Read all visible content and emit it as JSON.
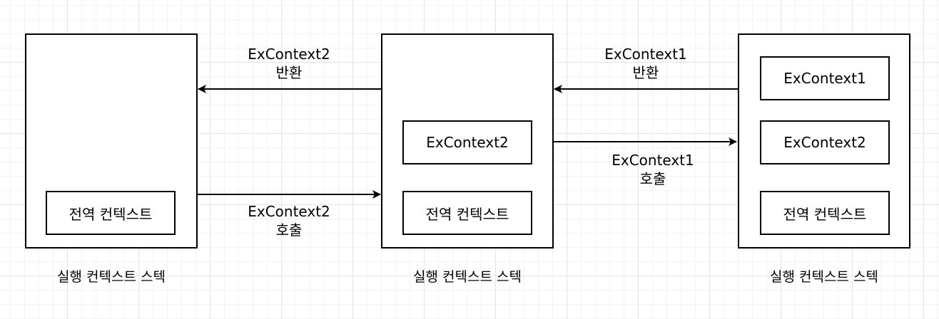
{
  "stacks": [
    {
      "caption": "실행 컨텍스트 스텍",
      "contexts": [
        "전역 컨텍스트"
      ]
    },
    {
      "caption": "실행 컨텍스트 스텍",
      "contexts": [
        "ExContext2",
        "전역 컨텍스트"
      ]
    },
    {
      "caption": "실행 컨텍스트 스텍",
      "contexts": [
        "ExContext1",
        "ExContext2",
        "전역 컨텍스트"
      ]
    }
  ],
  "arrows": {
    "ex2_return": {
      "name": "ExContext2",
      "action": "반환"
    },
    "ex2_call": {
      "name": "ExContext2",
      "action": "호출"
    },
    "ex1_return": {
      "name": "ExContext1",
      "action": "반환"
    },
    "ex1_call": {
      "name": "ExContext1",
      "action": "호출"
    }
  }
}
